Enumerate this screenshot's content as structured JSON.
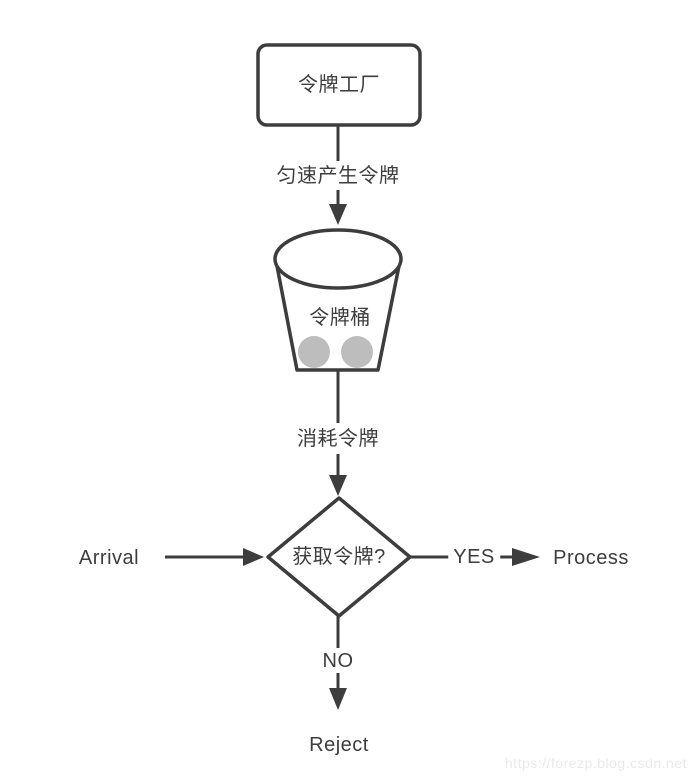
{
  "diagram": {
    "type": "flowchart",
    "topic": "token bucket rate limiting",
    "nodes": {
      "factory": {
        "label": "令牌工厂",
        "shape": "rounded-rectangle"
      },
      "bucket": {
        "label": "令牌桶",
        "shape": "bucket",
        "token_count": 2
      },
      "decision": {
        "label": "获取令牌?",
        "shape": "diamond"
      }
    },
    "edges": {
      "produce": {
        "label": "匀速产生令牌",
        "from": "factory",
        "to": "bucket"
      },
      "consume": {
        "label": "消耗令牌",
        "from": "bucket",
        "to": "decision"
      },
      "arrival": {
        "label": "",
        "from": "arrival",
        "to": "decision"
      },
      "yes": {
        "label": "YES",
        "from": "decision",
        "to": "process"
      },
      "no": {
        "label": "NO",
        "from": "decision",
        "to": "reject"
      }
    },
    "terminals": {
      "arrival": {
        "label": "Arrival"
      },
      "process": {
        "label": "Process"
      },
      "reject": {
        "label": "Reject"
      }
    },
    "watermark": "https://forezp.blog.csdn.net"
  },
  "colors": {
    "stroke": "#3d3d3d",
    "text": "#3d3d3d",
    "token": "#bdbdbd",
    "bg": "#ffffff",
    "watermark": "#eaeaea"
  }
}
